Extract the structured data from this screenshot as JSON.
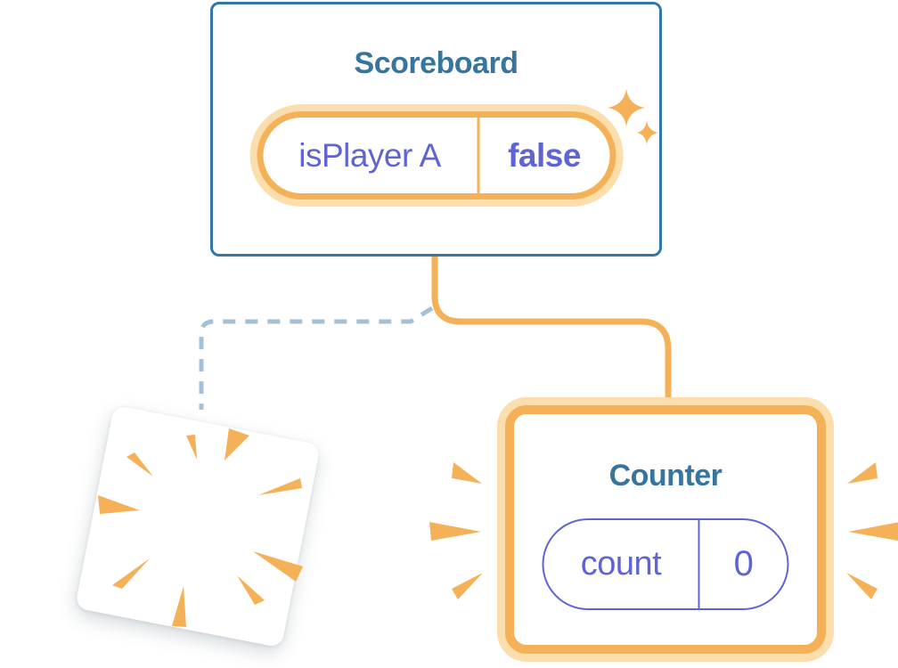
{
  "scoreboard": {
    "title": "Scoreboard",
    "state": {
      "name": "isPlayer A",
      "value": "false"
    }
  },
  "counter": {
    "title": "Counter",
    "state": {
      "name": "count",
      "value": "0"
    }
  },
  "icons": {
    "sparkle": "sparkle-icon",
    "poof_burst": "poof-burst-icon",
    "emphasis_burst": "emphasis-burst-icon"
  },
  "colors": {
    "background": "#ffffff",
    "card_border_blue": "#3377A9",
    "title_blue": "#35759E",
    "accent_orange": "#F5B157",
    "accent_orange_light": "#FCDEAC",
    "state_purple": "#6064D1",
    "dashed_line_blue": "#A3C0D6",
    "card_white": "#ffffff"
  }
}
